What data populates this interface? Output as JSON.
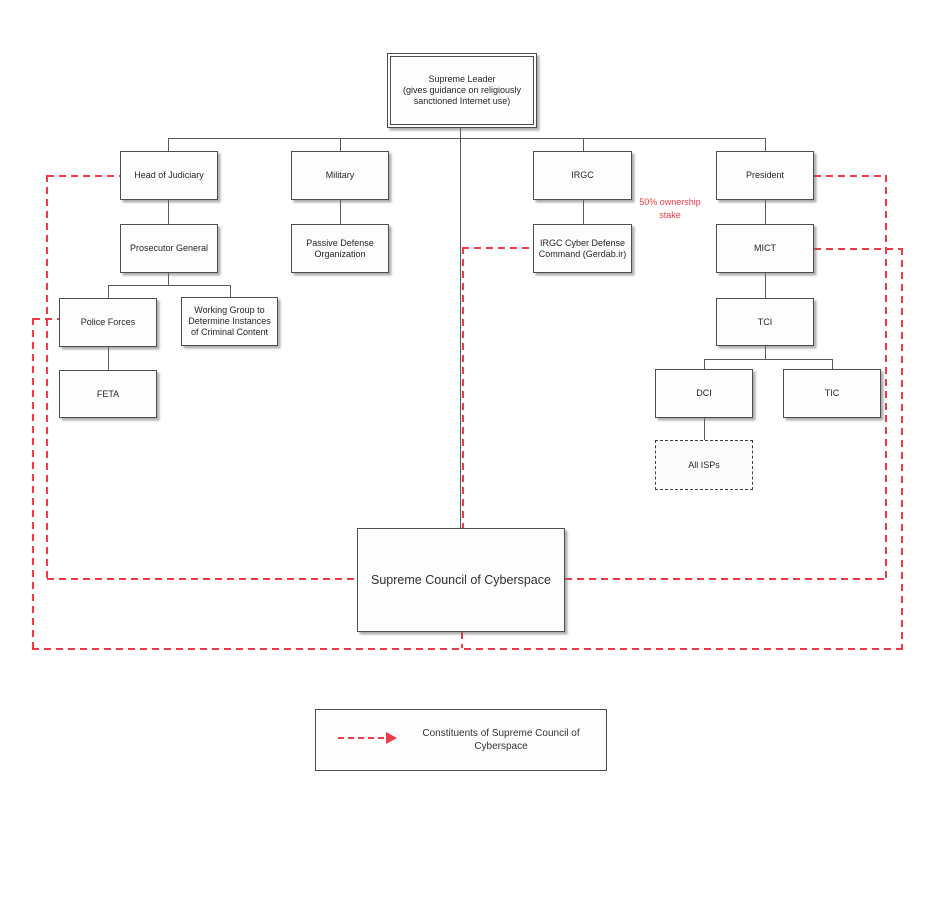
{
  "colors": {
    "accent_red": "#ee3b46",
    "connector_gray": "#5a5a5a",
    "box_border": "#4d4d4d",
    "box_fill": "#fdfdfd"
  },
  "nodes": {
    "supreme_leader": {
      "label": "Supreme Leader\n(gives guidance on religiously\nsanctioned Internet use)"
    },
    "head_of_judiciary": {
      "label": "Head of Judiciary"
    },
    "military": {
      "label": "Military"
    },
    "irgc": {
      "label": "IRGC"
    },
    "president": {
      "label": "President"
    },
    "prosecutor_general": {
      "label": "Prosecutor General"
    },
    "passive_defense": {
      "label": "Passive Defense\nOrganization"
    },
    "irgc_cyber_defense": {
      "label": "IRGC Cyber Defense\nCommand (Gerdab.ir)"
    },
    "mict": {
      "label": "MICT"
    },
    "police_forces": {
      "label": "Police Forces"
    },
    "working_group": {
      "label": "Working Group to\nDetermine Instances\nof Criminal Content"
    },
    "tci": {
      "label": "TCI"
    },
    "feta": {
      "label": "FETA"
    },
    "dci": {
      "label": "DCI"
    },
    "tic": {
      "label": "TIC"
    },
    "all_isps": {
      "label": "All ISPs"
    },
    "supreme_council": {
      "label": "Supreme Council of Cyberspace"
    }
  },
  "annotations": {
    "ownership_label": "50% ownership\nstake"
  },
  "legend": {
    "label": "Constituents of Supreme Council of\nCyberspace"
  }
}
